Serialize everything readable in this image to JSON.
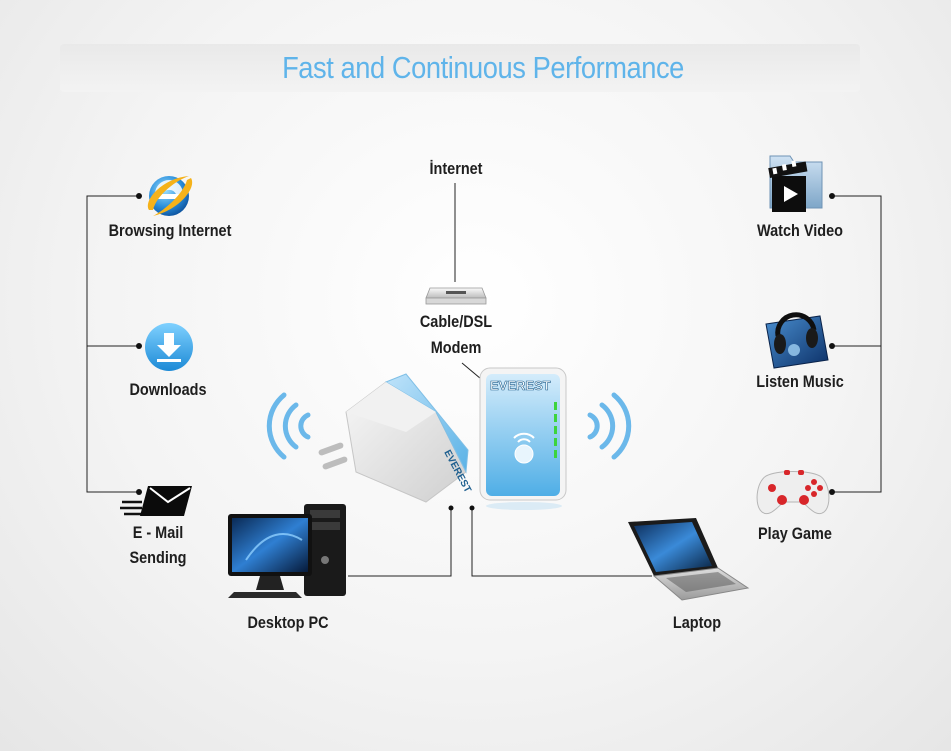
{
  "title": "Fast and Continuous Performance",
  "labels": {
    "internet": "İnternet",
    "modem_line1": "Cable/DSL",
    "modem_line2": "Modem",
    "browsing": "Browsing Internet",
    "downloads": "Downloads",
    "email_line1": "E - Mail",
    "email_line2": "Sending",
    "desktop": "Desktop PC",
    "laptop": "Laptop",
    "watch_video": "Watch Video",
    "listen_music": "Listen Music",
    "play_game": "Play Game"
  },
  "device": {
    "brand": "EVEREST"
  },
  "colors": {
    "title": "#5fb4ea",
    "device_blue": "#5ab2e6",
    "wave_blue": "#6bb8ea",
    "line": "#222222"
  },
  "icons": [
    "ie-icon",
    "download-icon",
    "email-icon",
    "modem-icon",
    "desktop-pc-icon",
    "laptop-icon",
    "video-folder-icon",
    "music-icon",
    "gamepad-icon",
    "wifi-wave-icon"
  ]
}
